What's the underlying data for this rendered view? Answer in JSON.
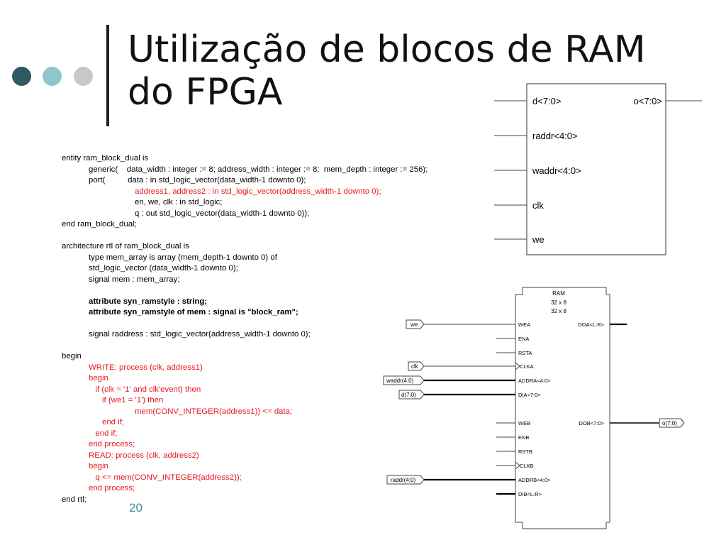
{
  "slide": {
    "title_line1": "Utilização de blocos de RAM",
    "title_line2": "do FPGA",
    "page_number": "20",
    "colors": {
      "dot1": "#2d5a63",
      "dot2": "#8fc6cc",
      "dot3": "#c8c8c8",
      "code_red": "#e8151c",
      "page_number": "#3b8b97"
    }
  },
  "code": {
    "lines": [
      {
        "text": "entity ram_block_dual is",
        "indent": 0,
        "style": "normal"
      },
      {
        "text": "generic(    data_width : integer := 8; address_width : integer := 8;  mem_depth : integer := 256);",
        "indent": 1,
        "style": "normal"
      },
      {
        "text": "port(          data : in std_logic_vector(data_width-1 downto 0);",
        "indent": 1,
        "style": "normal"
      },
      {
        "text": "address1, address2 : in std_logic_vector(address_width-1 downto 0);",
        "indent": 2,
        "style": "red"
      },
      {
        "text": "en, we, clk : in std_logic;",
        "indent": 2,
        "style": "normal"
      },
      {
        "text": "q : out std_logic_vector(data_width-1 downto 0));",
        "indent": 2,
        "style": "normal"
      },
      {
        "text": "end ram_block_dual;",
        "indent": 0,
        "style": "normal"
      },
      {
        "text": "",
        "indent": 0,
        "style": "normal"
      },
      {
        "text": "architecture rtl of ram_block_dual is",
        "indent": 0,
        "style": "normal"
      },
      {
        "text": "type mem_array is array (mem_depth-1 downto 0) of",
        "indent": 1,
        "style": "normal"
      },
      {
        "text": "std_logic_vector (data_width-1 downto 0);",
        "indent": 1,
        "style": "normal"
      },
      {
        "text": "signal mem : mem_array;",
        "indent": 1,
        "style": "normal"
      },
      {
        "text": "",
        "indent": 0,
        "style": "normal"
      },
      {
        "text": "attribute syn_ramstyle : string;",
        "indent": 1,
        "style": "bold"
      },
      {
        "text": "attribute syn_ramstyle of mem : signal is \"block_ram\";",
        "indent": 1,
        "style": "bold"
      },
      {
        "text": "",
        "indent": 0,
        "style": "normal"
      },
      {
        "text": "signal raddress : std_logic_vector(address_width-1 downto 0);",
        "indent": 1,
        "style": "normal"
      },
      {
        "text": "",
        "indent": 0,
        "style": "normal"
      },
      {
        "text": "begin",
        "indent": 0,
        "style": "normal"
      },
      {
        "text": "WRITE: process (clk, address1)",
        "indent": 1,
        "style": "red"
      },
      {
        "text": "begin",
        "indent": 1,
        "style": "red"
      },
      {
        "text": "   if (clk = '1' and clk'event) then",
        "indent": 1,
        "style": "red"
      },
      {
        "text": "      if (we1 = '1') then",
        "indent": 1,
        "style": "red"
      },
      {
        "text": "mem(CONV_INTEGER(address1)) <= data;",
        "indent": 2,
        "style": "red"
      },
      {
        "text": "      end if;",
        "indent": 1,
        "style": "red"
      },
      {
        "text": "   end if;",
        "indent": 1,
        "style": "red"
      },
      {
        "text": "end process;",
        "indent": 1,
        "style": "red"
      },
      {
        "text": "READ: process (clk, address2)",
        "indent": 1,
        "style": "red"
      },
      {
        "text": "begin",
        "indent": 1,
        "style": "red"
      },
      {
        "text": "   q <= mem(CONV_INTEGER(address2));",
        "indent": 1,
        "style": "red"
      },
      {
        "text": "end process;",
        "indent": 1,
        "style": "red"
      },
      {
        "text": "end rtl;",
        "indent": 0,
        "style": "normal"
      }
    ]
  },
  "block1": {
    "port_d": "d<7:0>",
    "port_o": "o<7:0>",
    "port_raddr": "raddr<4:0>",
    "port_waddr": "waddr<4:0>",
    "port_clk": "clk",
    "port_we": "we"
  },
  "block2": {
    "name": "RAM",
    "size1": "32 x 8",
    "size2": "32 x 8",
    "pins": {
      "wea": "WEA",
      "ena": "ENA",
      "rsta": "RSTA",
      "clka": "CLKA",
      "addra": "ADDRA<4:0>",
      "dia": "DIA<7:0>",
      "web": "WEB",
      "enb": "ENB",
      "rstb": "RSTB",
      "clkb": "CLKB",
      "addrb": "ADDRB<4:0>",
      "dib": "DIB<L:R>",
      "doa": "DOA<L:R>",
      "dob": "DOB<7:0>"
    },
    "tags": {
      "we": "we",
      "clk": "clk",
      "waddr": "waddr(4:0)",
      "d": "d(7:0)",
      "raddr": "raddr(4:0)",
      "o": "o(7:0)"
    }
  }
}
